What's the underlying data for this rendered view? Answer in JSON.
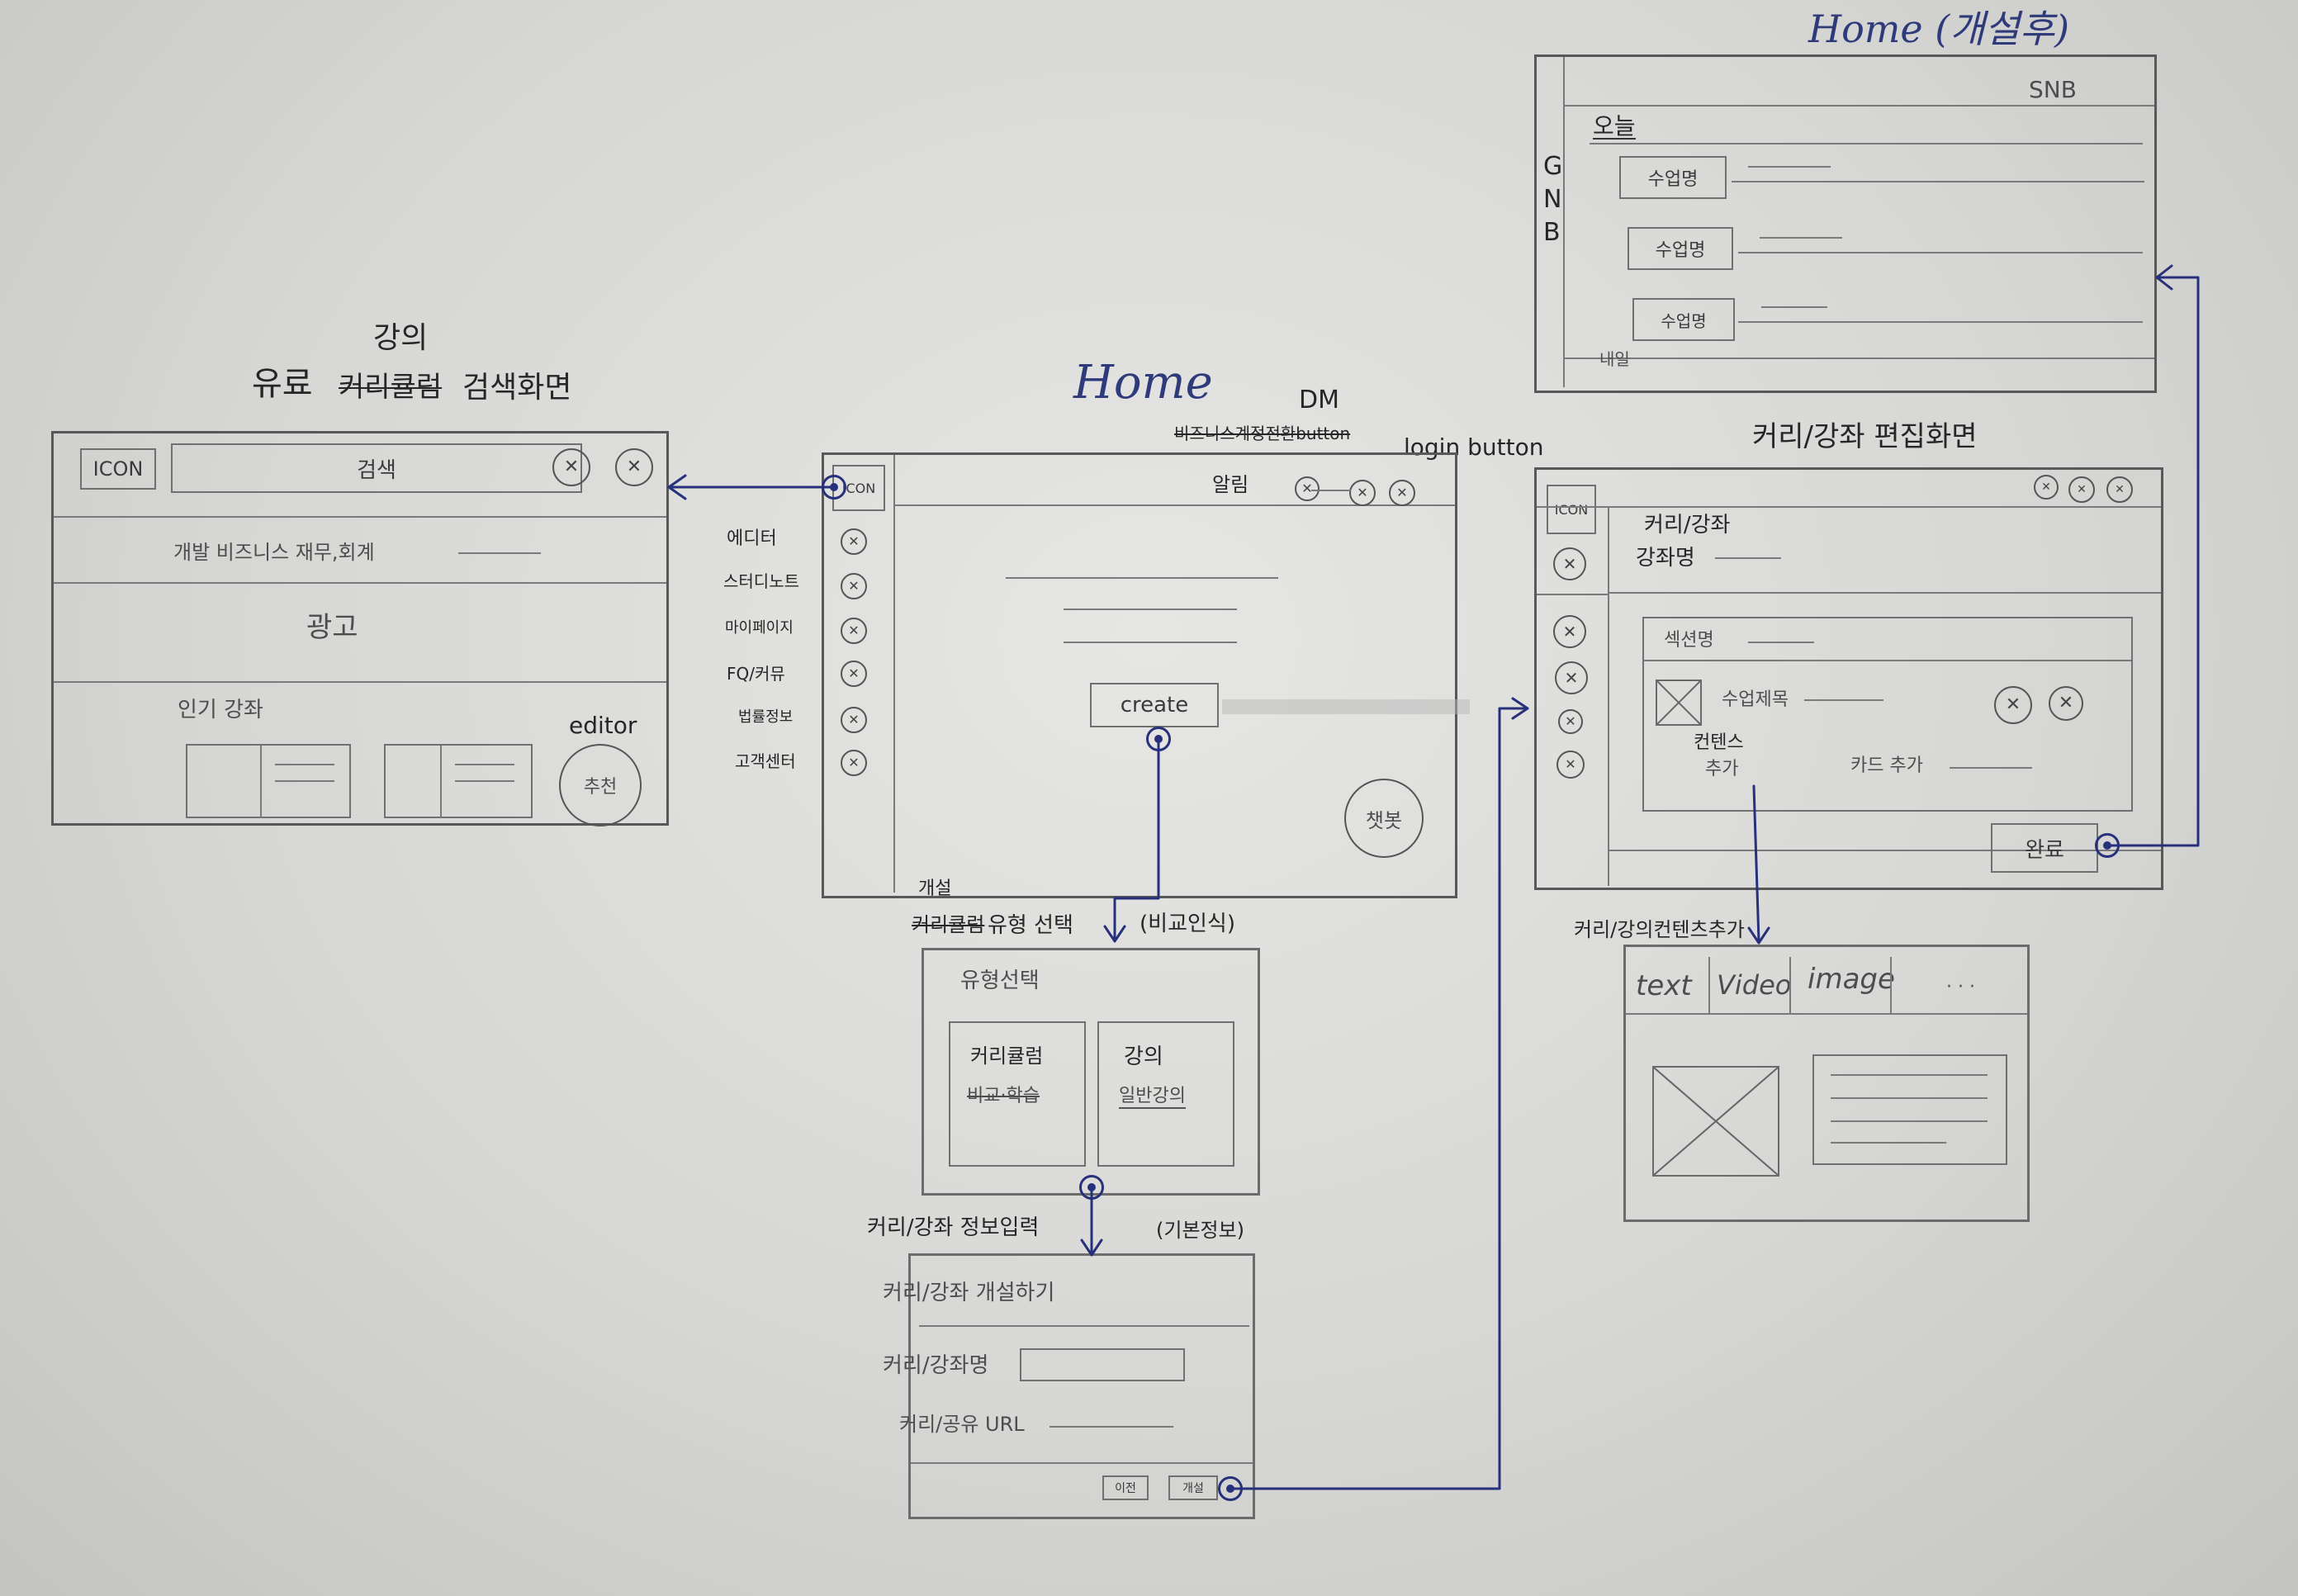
{
  "paid_search": {
    "title_line1": "강의",
    "title_line2_a": "유료",
    "title_line2_struck": "커리큘럼",
    "title_line2_b": "검색화면",
    "icon_label": "ICON",
    "search_label": "검색",
    "categories": "개발   비즈니스   재무,회계",
    "ad_label": "광고",
    "popular_label": "인기 강좌",
    "editor_label": "editor",
    "editor_badge": "추천"
  },
  "home": {
    "title": "Home",
    "dm_label": "DM",
    "dm_struck": "비즈니스계정전환button",
    "login_label": "login button",
    "notice_label": "알림",
    "icon_label": "ICON",
    "sidebar": [
      "에디터",
      "스터디노트",
      "마이페이지",
      "FQ/커뮤",
      "법률정보",
      "고객센터"
    ],
    "create_label": "create",
    "chatbot_label": "챗봇"
  },
  "type_select": {
    "caption_prefix": "개설",
    "caption_struck": "커리큘럼",
    "caption_suffix": "유형 선택",
    "note": "(비교인식)",
    "panel_title": "유형선택",
    "option1_title": "커리큘럼",
    "option1_sub": "비교·학습",
    "option2_title": "강의",
    "option2_sub": "일반강의"
  },
  "info_input": {
    "caption": "커리/강좌 정보입력",
    "note": "(기본정보)",
    "row1": "커리/강좌 개설하기",
    "row2": "커리/강좌명",
    "row3": "커리/공유 URL",
    "btn_cancel": "이전",
    "btn_next": "개설"
  },
  "edit_screen": {
    "title": "커리/강좌 편집화면",
    "icon_label": "ICON",
    "heading_top": "커리/강좌",
    "heading_bottom": "강좌명",
    "section_label": "섹션명",
    "lesson_title": "수업제목",
    "content_top": "컨텐스",
    "content_add": "추가",
    "card_add": "카드 추가",
    "complete_label": "완료"
  },
  "content_add": {
    "caption": "커리/강의컨텐츠추가",
    "tabs": [
      "text",
      "Video",
      "image",
      "· · ·"
    ]
  },
  "home_after": {
    "title": "Home (개설후)",
    "snb_label": "SNB",
    "gnb_label": [
      "G",
      "N",
      "B"
    ],
    "today_label": "오늘",
    "lessons": [
      "수업명",
      "수업명",
      "수업명"
    ],
    "tomorrow_label": "내일"
  }
}
